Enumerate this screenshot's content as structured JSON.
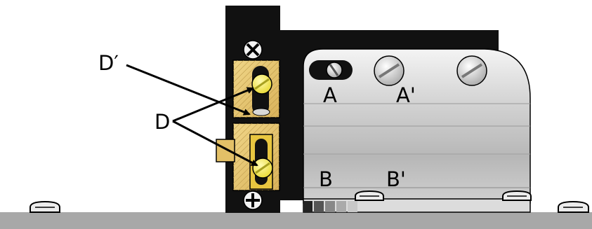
{
  "labels": {
    "d_prime": "D′",
    "d": "D",
    "a": "A",
    "a_prime": "A'",
    "b": "B",
    "b_prime": "B'"
  },
  "icons": {
    "top_screw": "phillips-screw-icon",
    "bottom_screw": "phillips-screw-icon",
    "slotted_screws": "slotted-screw-icon",
    "feet": "foot-screw-icon"
  },
  "colors": {
    "base": "#a8a8a8",
    "post": "#111111",
    "brass": "#e3c067",
    "screw_yellow": "#f2e84a",
    "plate_silver": "#c9c9c9"
  }
}
